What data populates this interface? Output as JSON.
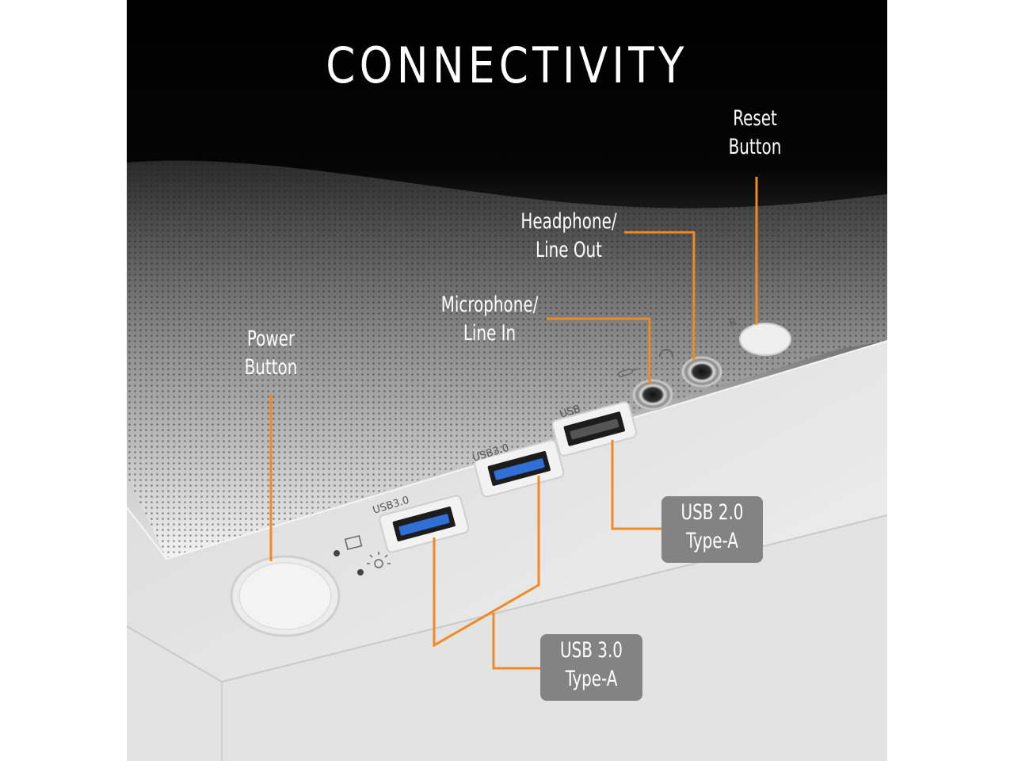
{
  "title": "CONNECTIVITY",
  "callouts": {
    "power": [
      "Power",
      "Button"
    ],
    "reset": [
      "Reset",
      "Button"
    ],
    "headphone": [
      "Headphone/",
      "Line Out"
    ],
    "microphone": [
      "Microphone/",
      "Line In"
    ],
    "usb2": [
      "USB 2.0",
      "Type-A"
    ],
    "usb3": [
      "USB 3.0",
      "Type-A"
    ]
  },
  "port_markings": {
    "usb3_left": "USB3.0",
    "usb3_right": "USB3.0",
    "usb2": "USB",
    "reset": "R"
  },
  "colors": {
    "leader_line": "#f08a24",
    "label_box": "#838383",
    "background": "#000000",
    "panel": "#e9e9e9",
    "usb3_blue": "#2f6fd6"
  }
}
